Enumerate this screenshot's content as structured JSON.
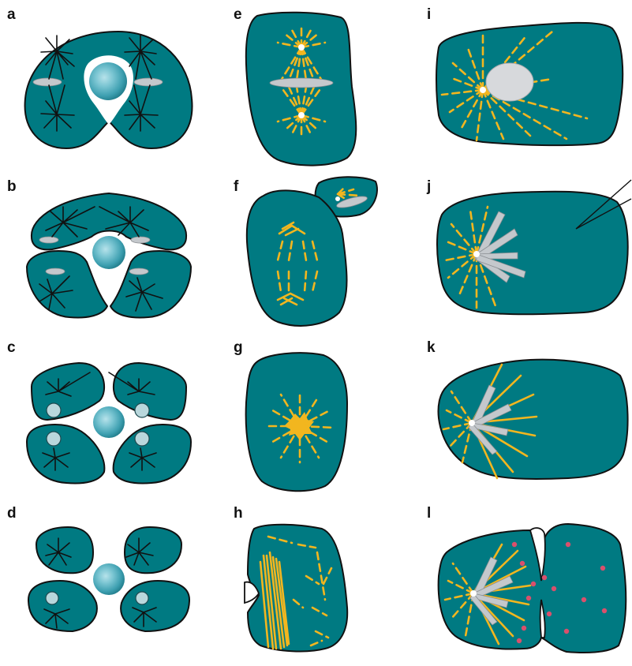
{
  "panels": [
    {
      "id": "a",
      "label": "a"
    },
    {
      "id": "b",
      "label": "b"
    },
    {
      "id": "c",
      "label": "c"
    },
    {
      "id": "d",
      "label": "d"
    },
    {
      "id": "e",
      "label": "e"
    },
    {
      "id": "f",
      "label": "f"
    },
    {
      "id": "g",
      "label": "g"
    },
    {
      "id": "h",
      "label": "h"
    },
    {
      "id": "i",
      "label": "i"
    },
    {
      "id": "j",
      "label": "j"
    },
    {
      "id": "k",
      "label": "k"
    },
    {
      "id": "l",
      "label": "l"
    }
  ],
  "colors": {
    "cytoplasm": "#007a82",
    "outline": "#111111",
    "microtubule_yellow": "#f2b61f",
    "chromosome_gray": "#c4c8cc",
    "granule_red": "#d9506c",
    "yolk_blue": "#46a9b8"
  }
}
